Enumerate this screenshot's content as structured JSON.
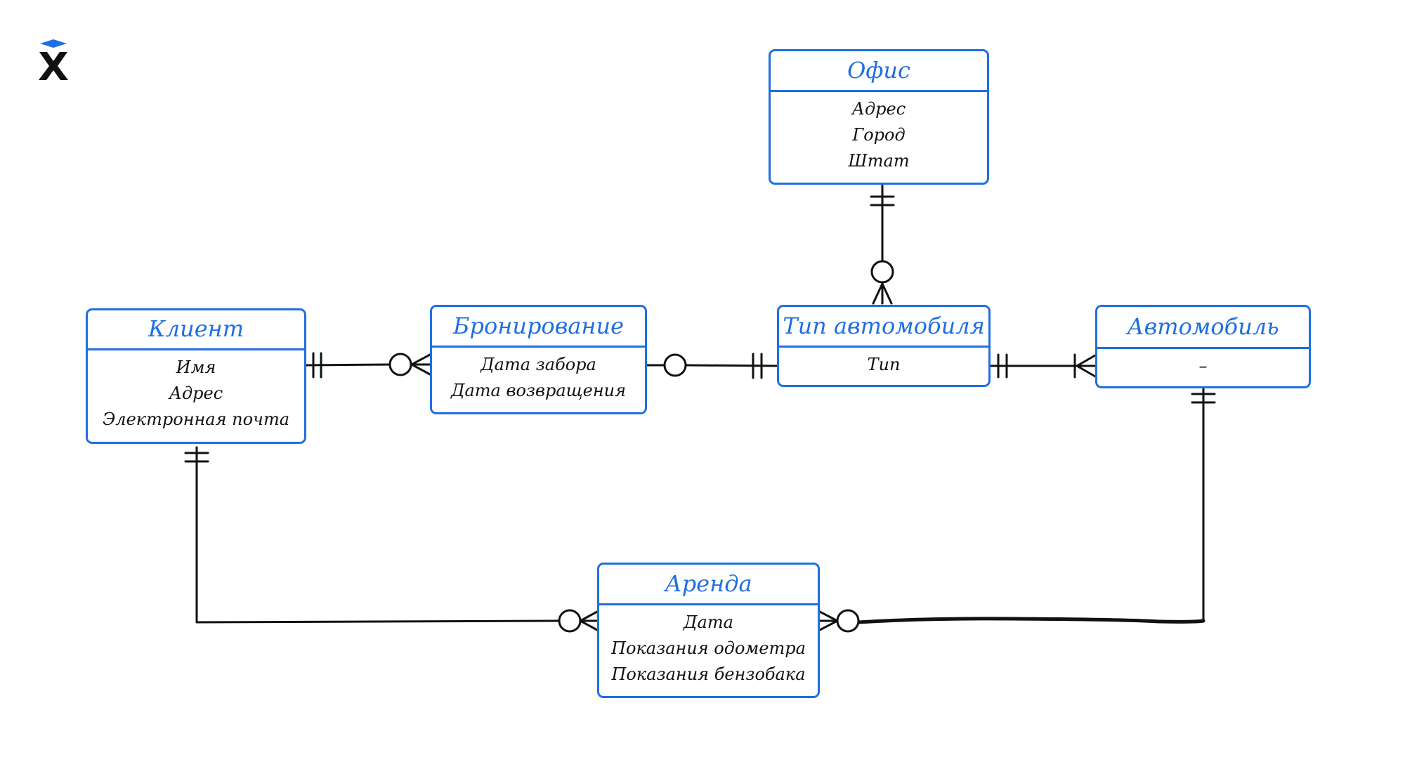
{
  "logo": {
    "name": "brand-logo",
    "accent_color": "#1f6fe0"
  },
  "colors": {
    "entity_border": "#1f6fe0",
    "entity_title": "#1f6fe0",
    "attribute_text": "#111111",
    "relationship_line": "#111111"
  },
  "entities": {
    "office": {
      "title": "Офис",
      "attributes": [
        "Адрес",
        "Город",
        "Штат"
      ]
    },
    "client": {
      "title": "Клиент",
      "attributes": [
        "Имя",
        "Адрес",
        "Электронная почта"
      ]
    },
    "booking": {
      "title": "Бронирование",
      "attributes": [
        "Дата забора",
        "Дата возвращения"
      ]
    },
    "car_type": {
      "title": "Тип автомобиля",
      "attributes": [
        "Тип"
      ]
    },
    "car": {
      "title": "Автомобиль",
      "attributes": [
        "–"
      ]
    },
    "rental": {
      "title": "Аренда",
      "attributes": [
        "Дата",
        "Показания одометра",
        "Показания бензобака"
      ]
    }
  },
  "relationships": [
    {
      "from": "client",
      "to": "booking",
      "from_cardinality": "one-and-only-one",
      "to_cardinality": "zero-or-many"
    },
    {
      "from": "booking",
      "to": "car_type",
      "from_cardinality": "zero-or-one",
      "to_cardinality": "one-and-only-one"
    },
    {
      "from": "office",
      "to": "car_type",
      "from_cardinality": "one-and-only-one",
      "to_cardinality": "zero-or-many"
    },
    {
      "from": "car_type",
      "to": "car",
      "from_cardinality": "one-and-only-one",
      "to_cardinality": "one-or-many"
    },
    {
      "from": "client",
      "to": "rental",
      "from_cardinality": "one-and-only-one",
      "to_cardinality": "zero-or-many"
    },
    {
      "from": "car",
      "to": "rental",
      "from_cardinality": "one-and-only-one",
      "to_cardinality": "zero-or-many"
    }
  ]
}
